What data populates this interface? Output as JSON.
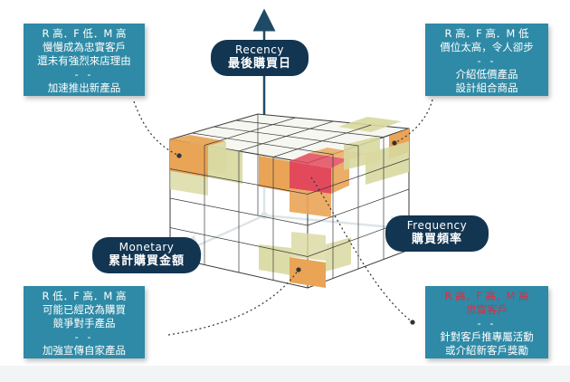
{
  "axes": {
    "recency": {
      "en": "Recency",
      "zh": "最後購買日"
    },
    "frequency": {
      "en": "Frequency",
      "zh": "購買頻率"
    },
    "monetary": {
      "en": "Monetary",
      "zh": "累計購買金額"
    }
  },
  "boxes": {
    "top_left": {
      "line1": "R 高．F 低．M 高",
      "line2": "慢慢成為忠實客戶",
      "line3": "還未有強烈來店理由",
      "sep": "- -",
      "line4": "加速推出新產品"
    },
    "top_right": {
      "line1": "R 高．F 高．M 低",
      "line2": "價位太高，令人卻步",
      "sep": "- -",
      "line3": "介紹低價產品",
      "line4": "設計組合商品"
    },
    "bottom_left": {
      "line1": "R 低．F 高．M 高",
      "line2": "可能已經改為購買",
      "line3": "競爭對手產品",
      "sep": "- -",
      "line4": "加強宣傳自家產品"
    },
    "bottom_right": {
      "line1": "R 高．F 高．M 高",
      "line2": "忠實客戶",
      "sep": "- -",
      "line3": "針對客戶推專屬活動",
      "line4": "或介紹新客戶獎勵"
    }
  },
  "colors": {
    "box": "#2e8aa6",
    "axis_label": "#123552",
    "axis_line": "#1e4a66",
    "grid": "#3a3a3a",
    "tan": "#e9a456",
    "olive": "#d8d8a0",
    "red": "#e24a5c"
  }
}
